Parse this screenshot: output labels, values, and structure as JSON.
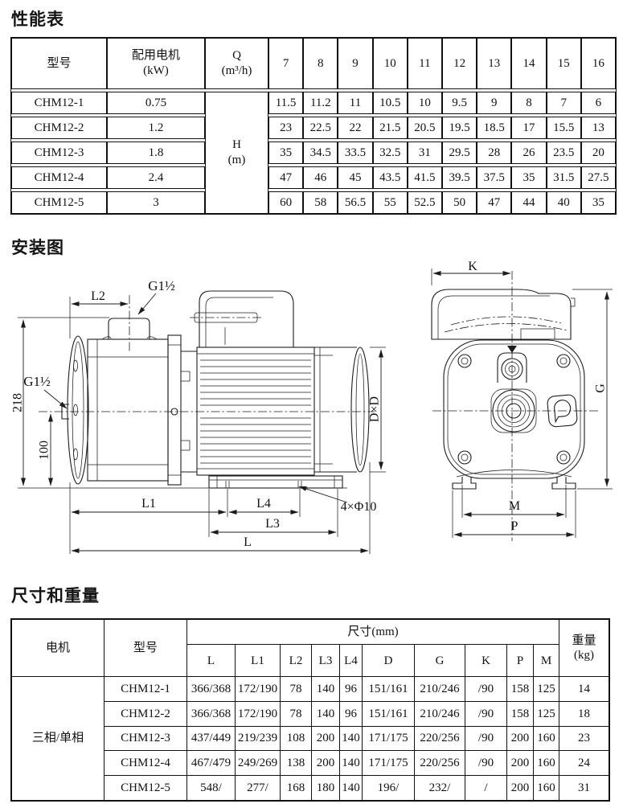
{
  "sections": {
    "performance_title": "性能表",
    "installation_title": "安装图",
    "dimensions_title": "尺寸和重量"
  },
  "performance_table": {
    "col_model": "型号",
    "col_motor": "配用电机\n(kW)",
    "col_q": "Q\n(m³/h)",
    "flow_headers": [
      "7",
      "8",
      "9",
      "10",
      "11",
      "12",
      "13",
      "14",
      "15",
      "16"
    ],
    "h_label": "H\n(m)",
    "rows": [
      {
        "model": "CHM12-1",
        "power": "0.75",
        "values": [
          "11.5",
          "11.2",
          "11",
          "10.5",
          "10",
          "9.5",
          "9",
          "8",
          "7",
          "6"
        ]
      },
      {
        "model": "CHM12-2",
        "power": "1.2",
        "values": [
          "23",
          "22.5",
          "22",
          "21.5",
          "20.5",
          "19.5",
          "18.5",
          "17",
          "15.5",
          "13"
        ]
      },
      {
        "model": "CHM12-3",
        "power": "1.8",
        "values": [
          "35",
          "34.5",
          "33.5",
          "32.5",
          "31",
          "29.5",
          "28",
          "26",
          "23.5",
          "20"
        ]
      },
      {
        "model": "CHM12-4",
        "power": "2.4",
        "values": [
          "47",
          "46",
          "45",
          "43.5",
          "41.5",
          "39.5",
          "37.5",
          "35",
          "31.5",
          "27.5"
        ]
      },
      {
        "model": "CHM12-5",
        "power": "3",
        "values": [
          "60",
          "58",
          "56.5",
          "55",
          "52.5",
          "50",
          "47",
          "44",
          "40",
          "35"
        ]
      }
    ]
  },
  "diagram": {
    "side_view": {
      "port_top_label": "G1½",
      "port_left_label": "G1½",
      "dim_l2": "L2",
      "dim_height": "218",
      "dim_height_base": "100",
      "dim_l1": "L1",
      "dim_l4": "L4",
      "dim_l3": "L3",
      "dim_l": "L",
      "dim_dxd": "D×D",
      "holes_label": "4×Φ10"
    },
    "front_view": {
      "dim_k": "K",
      "dim_g": "G",
      "dim_m": "M",
      "dim_p": "P"
    }
  },
  "dimensions_table": {
    "col_motor": "电机",
    "col_model": "型号",
    "col_dims_group": "尺寸(mm)",
    "col_weight": "重量\n(kg)",
    "dim_headers": [
      "L",
      "L1",
      "L2",
      "L3",
      "L4",
      "D",
      "G",
      "K",
      "P",
      "M"
    ],
    "motor_type": "三相/单相",
    "rows": [
      {
        "model": "CHM12-1",
        "dims": [
          "366/368",
          "172/190",
          "78",
          "140",
          "96",
          "151/161",
          "210/246",
          "/90",
          "158",
          "125"
        ],
        "weight": "14"
      },
      {
        "model": "CHM12-2",
        "dims": [
          "366/368",
          "172/190",
          "78",
          "140",
          "96",
          "151/161",
          "210/246",
          "/90",
          "158",
          "125"
        ],
        "weight": "18"
      },
      {
        "model": "CHM12-3",
        "dims": [
          "437/449",
          "219/239",
          "108",
          "200",
          "140",
          "171/175",
          "220/256",
          "/90",
          "200",
          "160"
        ],
        "weight": "23"
      },
      {
        "model": "CHM12-4",
        "dims": [
          "467/479",
          "249/269",
          "138",
          "200",
          "140",
          "171/175",
          "220/256",
          "/90",
          "200",
          "160"
        ],
        "weight": "24"
      },
      {
        "model": "CHM12-5",
        "dims": [
          "548/",
          "277/",
          "168",
          "180",
          "140",
          "196/",
          "232/",
          "/",
          "200",
          "160"
        ],
        "weight": "31"
      }
    ]
  }
}
